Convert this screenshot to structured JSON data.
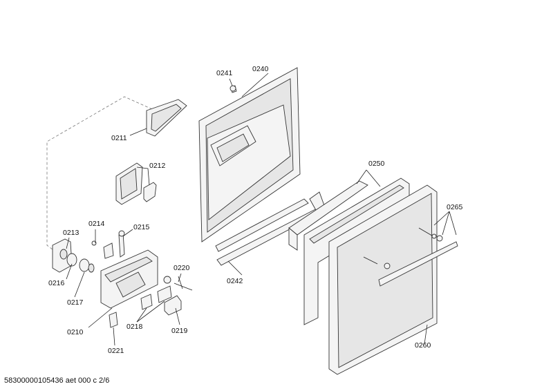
{
  "labels": {
    "p0211": "0211",
    "p0212": "0212",
    "p0213": "0213",
    "p0214": "0214",
    "p0215": "0215",
    "p0216": "0216",
    "p0217": "0217",
    "p0210": "0210",
    "p0218": "0218",
    "p0219": "0219",
    "p0220": "0220",
    "p0221": "0221",
    "p0240": "0240",
    "p0241": "0241",
    "p0242": "0242",
    "p0250": "0250",
    "p0260": "0260",
    "p0265": "0265"
  },
  "footer": "58300000105436 aet 000 c 2/6"
}
